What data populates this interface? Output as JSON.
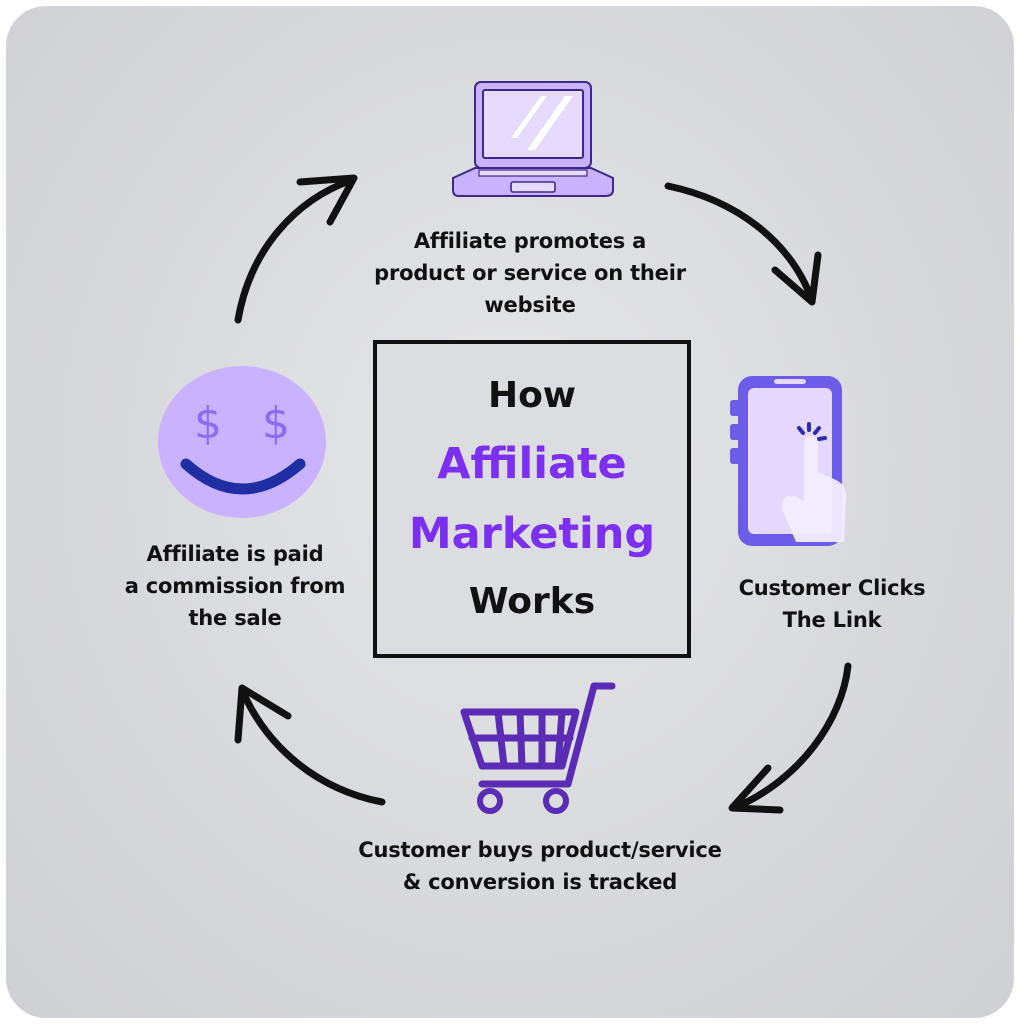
{
  "center": {
    "line1": "How",
    "line2": "Affiliate",
    "line3": "Marketing",
    "line4": "Works"
  },
  "steps": [
    {
      "icon": "laptop-icon",
      "lines": [
        "Affiliate promotes a",
        "product or service on their",
        "website"
      ]
    },
    {
      "icon": "phone-tap-icon",
      "lines": [
        "Customer Clicks",
        "The Link"
      ]
    },
    {
      "icon": "shopping-cart-icon",
      "lines": [
        "Customer buys product/service",
        "& conversion is tracked"
      ]
    },
    {
      "icon": "dollar-smiley-icon",
      "lines": [
        "Affiliate is paid",
        "a commission from",
        "the sale"
      ]
    }
  ],
  "colors": {
    "accent_purple": "#7b2ff0",
    "light_purple": "#c9b3ff",
    "pale_purple": "#e6dbff",
    "phone_blue": "#6c5ce7",
    "smile_blue": "#1f2fa3"
  }
}
